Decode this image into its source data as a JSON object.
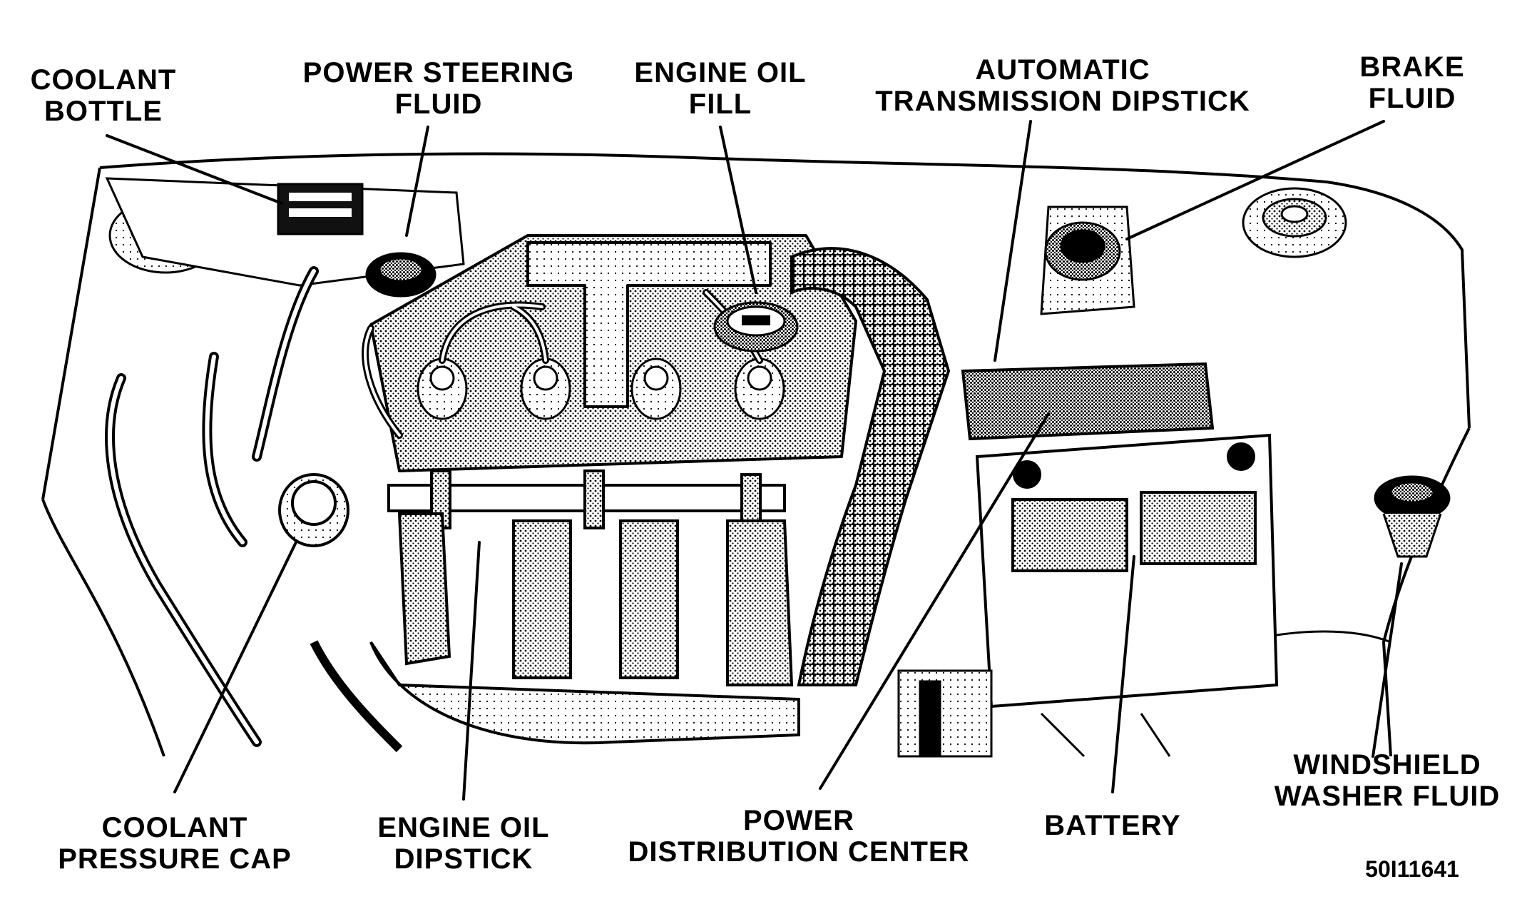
{
  "diagram": {
    "labels": {
      "coolant_bottle": [
        "COOLANT",
        "BOTTLE"
      ],
      "power_steering_fluid": [
        "POWER STEERING",
        "FLUID"
      ],
      "engine_oil_fill": [
        "ENGINE OIL",
        "FILL"
      ],
      "automatic_transmission_dipstick": [
        "AUTOMATIC",
        "TRANSMISSION DIPSTICK"
      ],
      "brake_fluid": [
        "BRAKE",
        "FLUID"
      ],
      "coolant_pressure_cap": [
        "COOLANT",
        "PRESSURE CAP"
      ],
      "engine_oil_dipstick": [
        "ENGINE OIL",
        "DIPSTICK"
      ],
      "power_distribution_center": [
        "POWER",
        "DISTRIBUTION CENTER"
      ],
      "battery": [
        "BATTERY"
      ],
      "windshield_washer_fluid": [
        "WINDSHIELD",
        "WASHER FLUID"
      ]
    },
    "figure_id": "50I11641"
  }
}
